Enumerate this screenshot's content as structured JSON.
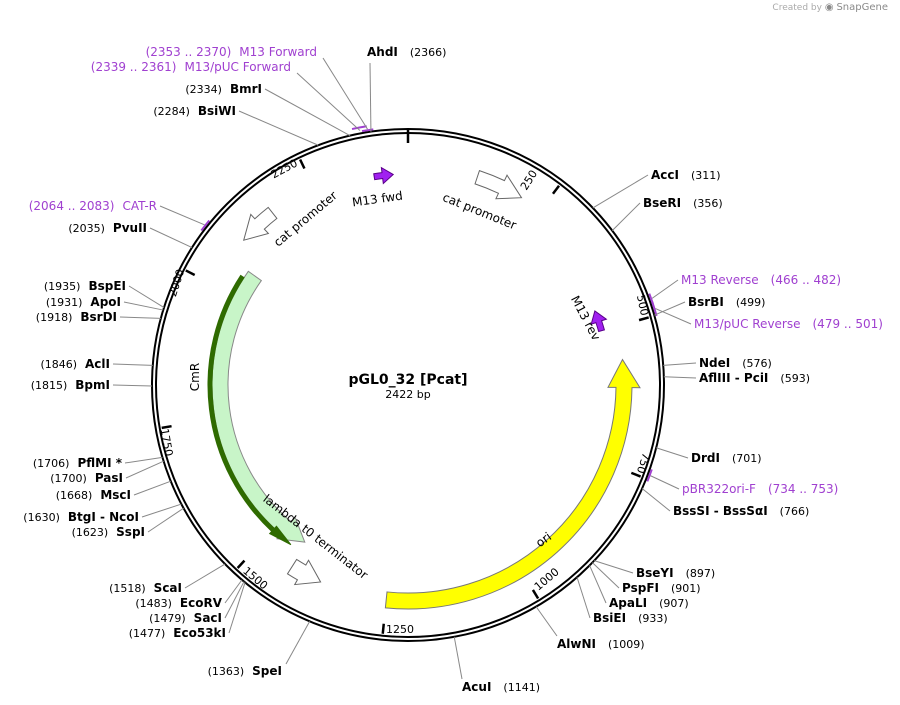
{
  "credit": {
    "created_by": "Created by",
    "brand": "SnapGene"
  },
  "plasmid": {
    "name": "pGL0_32 [Pcat]",
    "size_label": "2422 bp",
    "length": 2422
  },
  "colors": {
    "primer": "#a040d0",
    "ori": "#ffff00",
    "cmr": "#c8f5c8",
    "cmr_outline": "#2f6b00",
    "generic_feature": "#ffffff",
    "m13_site": "#a020f0",
    "backbone": "#000000"
  },
  "ticks": [
    {
      "pos": 250,
      "label": "250"
    },
    {
      "pos": 500,
      "label": "500"
    },
    {
      "pos": 750,
      "label": "750"
    },
    {
      "pos": 1000,
      "label": "1000"
    },
    {
      "pos": 1250,
      "label": "1250"
    },
    {
      "pos": 1500,
      "label": "1500"
    },
    {
      "pos": 1750,
      "label": "1750"
    },
    {
      "pos": 2000,
      "label": "2000"
    },
    {
      "pos": 2250,
      "label": "2250"
    }
  ],
  "enzymes": [
    {
      "name": "AhdI",
      "pos_label": "(2366)",
      "pos": 2366
    },
    {
      "name": "AccI",
      "pos_label": "(311)",
      "pos": 311
    },
    {
      "name": "BseRI",
      "pos_label": "(356)",
      "pos": 356
    },
    {
      "name": "BsrBI",
      "pos_label": "(499)",
      "pos": 499
    },
    {
      "name": "NdeI",
      "pos_label": "(576)",
      "pos": 576
    },
    {
      "name": "AflIII - PciI",
      "pos_label": "(593)",
      "pos": 593
    },
    {
      "name": "DrdI",
      "pos_label": "(701)",
      "pos": 701
    },
    {
      "name": "BssSI - BssSαI",
      "pos_label": "(766)",
      "pos": 766
    },
    {
      "name": "BseYI",
      "pos_label": "(897)",
      "pos": 897
    },
    {
      "name": "PspFI",
      "pos_label": "(901)",
      "pos": 901
    },
    {
      "name": "ApaLI",
      "pos_label": "(907)",
      "pos": 907
    },
    {
      "name": "BsiEI",
      "pos_label": "(933)",
      "pos": 933
    },
    {
      "name": "AlwNI",
      "pos_label": "(1009)",
      "pos": 1009
    },
    {
      "name": "AcuI",
      "pos_label": "(1141)",
      "pos": 1141
    },
    {
      "name": "SpeI",
      "pos_label": "(1363)",
      "pos": 1363
    },
    {
      "name": "Eco53kI",
      "pos_label": "(1477)",
      "pos": 1477
    },
    {
      "name": "SacI",
      "pos_label": "(1479)",
      "pos": 1479
    },
    {
      "name": "EcoRV",
      "pos_label": "(1483)",
      "pos": 1483
    },
    {
      "name": "ScaI",
      "pos_label": "(1518)",
      "pos": 1518
    },
    {
      "name": "SspI",
      "pos_label": "(1623)",
      "pos": 1623
    },
    {
      "name": "BtgI - NcoI",
      "pos_label": "(1630)",
      "pos": 1630
    },
    {
      "name": "MscI",
      "pos_label": "(1668)",
      "pos": 1668
    },
    {
      "name": "PasI",
      "pos_label": "(1700)",
      "pos": 1700
    },
    {
      "name": "PflMI *",
      "pos_label": "(1706)",
      "pos": 1706
    },
    {
      "name": "BpmI",
      "pos_label": "(1815)",
      "pos": 1815
    },
    {
      "name": "AclI",
      "pos_label": "(1846)",
      "pos": 1846
    },
    {
      "name": "BsrDI",
      "pos_label": "(1918)",
      "pos": 1918
    },
    {
      "name": "ApoI",
      "pos_label": "(1931)",
      "pos": 1931
    },
    {
      "name": "BspEI",
      "pos_label": "(1935)",
      "pos": 1935
    },
    {
      "name": "PvuII",
      "pos_label": "(2035)",
      "pos": 2035
    },
    {
      "name": "BsiWI",
      "pos_label": "(2284)",
      "pos": 2284
    },
    {
      "name": "BmrI",
      "pos_label": "(2334)",
      "pos": 2334
    }
  ],
  "primers": [
    {
      "name": "M13 Forward",
      "range_label": "(2353 .. 2370)",
      "start": 2353,
      "end": 2370
    },
    {
      "name": "M13/pUC Forward",
      "range_label": "(2339 .. 2361)",
      "start": 2339,
      "end": 2361
    },
    {
      "name": "CAT-R",
      "range_label": "(2064 .. 2083)",
      "start": 2064,
      "end": 2083
    },
    {
      "name": "M13 Reverse",
      "range_label": "(466 .. 482)",
      "start": 466,
      "end": 482
    },
    {
      "name": "M13/pUC Reverse",
      "range_label": "(479 .. 501)",
      "start": 479,
      "end": 501
    },
    {
      "name": "pBR322ori-F",
      "range_label": "(734 .. 753)",
      "start": 734,
      "end": 753
    }
  ],
  "features": [
    {
      "name": "M13 fwd"
    },
    {
      "name": "cat promoter"
    },
    {
      "name": "M13 rev"
    },
    {
      "name": "ori"
    },
    {
      "name": "lambda t0 terminator"
    },
    {
      "name": "CmR"
    },
    {
      "name": "cat promoter"
    }
  ]
}
